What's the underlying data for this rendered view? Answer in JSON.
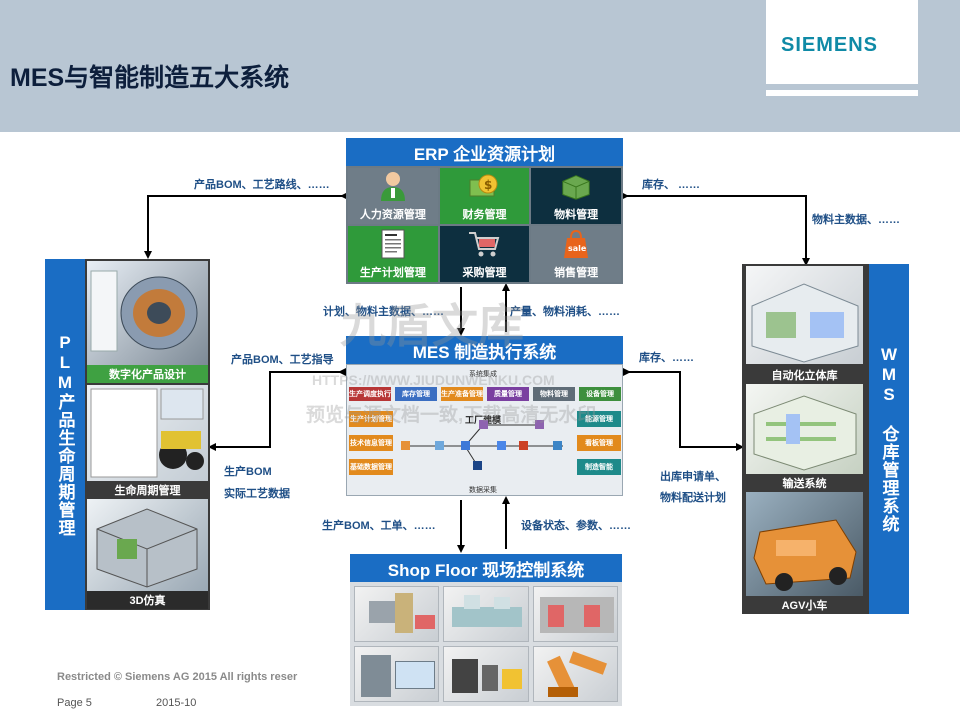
{
  "header": {
    "title": "MES与智能制造五大系统",
    "logo": "SIEMENS"
  },
  "erp": {
    "title": "ERP 企业资源计划",
    "modules": [
      {
        "label": "人力资源管理",
        "icon": "person-icon"
      },
      {
        "label": "财务管理",
        "icon": "money-icon"
      },
      {
        "label": "物料管理",
        "icon": "pallet-icon"
      },
      {
        "label": "生产计划管理",
        "icon": "document-icon"
      },
      {
        "label": "采购管理",
        "icon": "cart-icon"
      },
      {
        "label": "销售管理",
        "icon": "sale-bag-icon"
      }
    ]
  },
  "mes": {
    "title": "MES 制造执行系统",
    "top_label": "系统集成",
    "bottom_label": "数据采集",
    "center_label": "工厂建模",
    "row1": [
      "生产调度执行",
      "库存管理",
      "生产准备管理",
      "质量管理",
      "物料管理",
      "设备管理"
    ],
    "left_col": [
      "生产计划管理",
      "技术信息管理",
      "基础数据管理"
    ],
    "right_col": [
      "能源管理",
      "看板管理",
      "制造智能"
    ]
  },
  "shop_floor": {
    "title": "Shop Floor 现场控制系统"
  },
  "plm": {
    "bar_text": "PLM产品生命周期管理",
    "captions": [
      "数字化产品设计",
      "生命周期管理",
      "3D仿真"
    ]
  },
  "wms": {
    "bar_text": "WMS 仓库管理系统",
    "captions": [
      "自动化立体库",
      "输送系统",
      "AGV小车"
    ]
  },
  "labels": {
    "erp_plm": "产品BOM、工艺路线、……",
    "erp_wms_top": "库存、 ……",
    "erp_wms_bottom": "物料主数据、……",
    "erp_mes_left": "计划、物料主数据、……",
    "erp_mes_right": "产量、物料消耗、……",
    "plm_mes_top": "产品BOM、工艺指导",
    "plm_mes_bottom_1": "生产BOM",
    "plm_mes_bottom_2": "实际工艺数据",
    "mes_wms_top": "库存、……",
    "mes_wms_bottom_1": "出库申请单、",
    "mes_wms_bottom_2": "物料配送计划",
    "mes_sf_left": "生产BOM、工单、……",
    "mes_sf_right": "设备状态、参数、……"
  },
  "watermark": {
    "big": "九盾文库",
    "url": "HTTPS://WWW.JIUDUNWENKU.COM",
    "note": "预览与源文档一致,下载高清无水印"
  },
  "footer": {
    "restricted": "Restricted © Siemens AG 2015 All rights reser",
    "page": "Page 5",
    "date": "2015-10"
  },
  "colors": {
    "blue": "#1a6dc4",
    "header_bg": "#b8c6d3",
    "siemens_teal": "#0f8aa6"
  }
}
